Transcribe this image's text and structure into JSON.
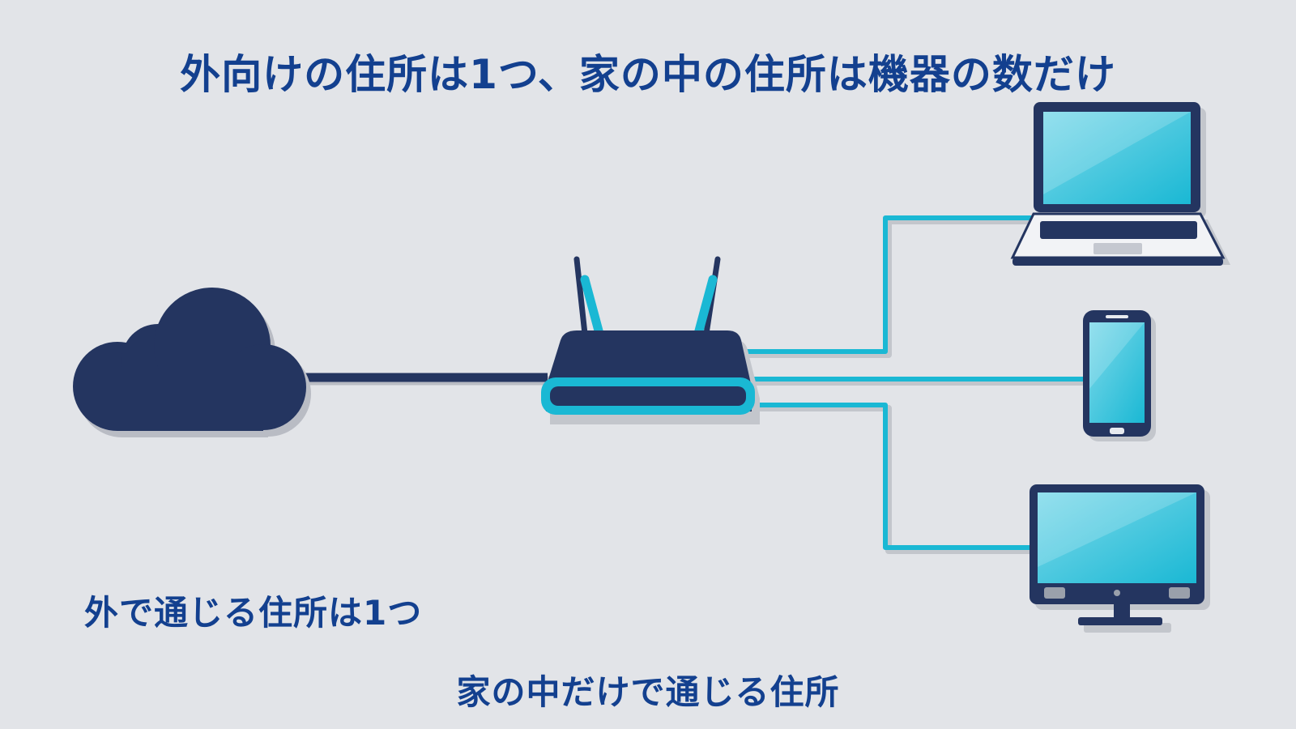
{
  "title": "外向けの住所は1つ、家の中の住所は機器の数だけ",
  "labels": {
    "public_address": "外で通じる住所は1つ",
    "private_address": "家の中だけで通じる住所"
  },
  "nodes": {
    "internet": "cloud-icon",
    "router": "router-icon",
    "devices": [
      "laptop-icon",
      "smartphone-icon",
      "monitor-icon"
    ]
  },
  "colors": {
    "background": "#e2e4e8",
    "navy": "#243560",
    "cyan": "#1ab8d4",
    "text": "#13408f"
  }
}
